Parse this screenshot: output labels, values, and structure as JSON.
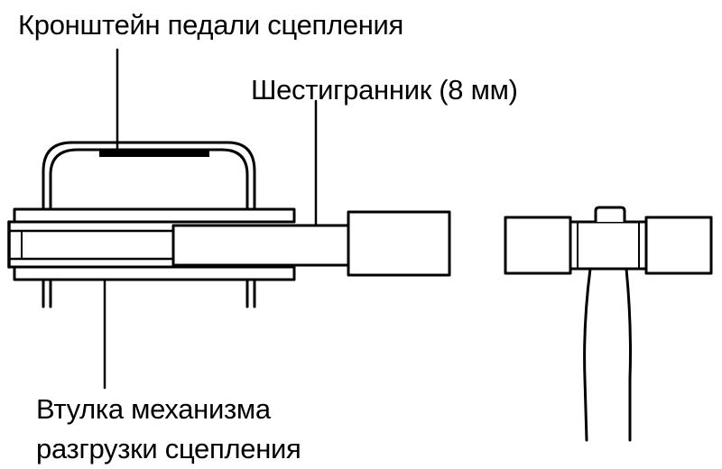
{
  "labels": {
    "bracket": "Кронштейн педали сцепления",
    "hex": "Шестигранник (8 мм)",
    "bushing_line1": "Втулка механизма",
    "bushing_line2": "разгрузки сцепления"
  },
  "colors": {
    "ink": "#000000",
    "paper": "#ffffff",
    "shade": "#d8d8d8"
  }
}
